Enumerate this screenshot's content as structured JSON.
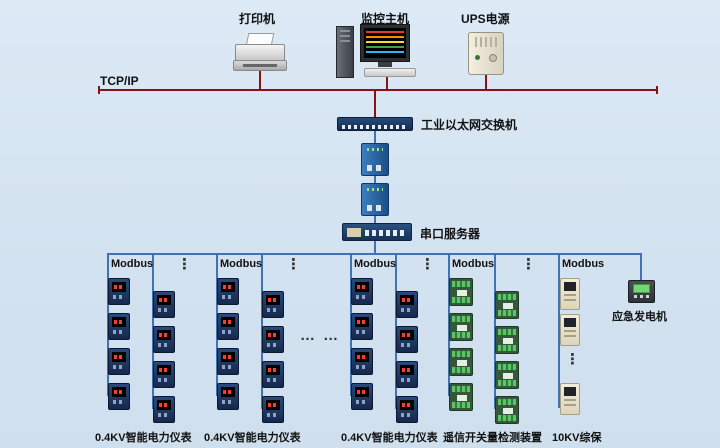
{
  "labels": {
    "tcpip": "TCP/IP",
    "switch": "工业以太网交换机",
    "serial": "串口服务器",
    "ellipsis_h": "… …",
    "ellipsis_v": "⋮"
  },
  "top_devices": [
    {
      "label": "打印机",
      "type": "printer"
    },
    {
      "label": "监控主机",
      "type": "monitoring-host"
    },
    {
      "label": "UPS电源",
      "type": "ups"
    }
  ],
  "groups": [
    {
      "bus": "Modbus",
      "label": "0.4KV智能电力仪表",
      "device": "power-meter"
    },
    {
      "bus": "Modbus",
      "label": "0.4KV智能电力仪表",
      "device": "power-meter"
    },
    {
      "bus": "Modbus",
      "label": "0.4KV智能电力仪表",
      "device": "power-meter"
    },
    {
      "bus": "Modbus",
      "label": "遥信开关量检测装置",
      "device": "remote-signal-module"
    },
    {
      "bus": "Modbus",
      "label": "10KV综保",
      "device": "protection-relay"
    }
  ],
  "generator": {
    "label": "应急发电机"
  },
  "colors": {
    "tcp_bus": "#8a1212",
    "modbus_bus": "#4173b3",
    "background": "#d5e3f1"
  }
}
